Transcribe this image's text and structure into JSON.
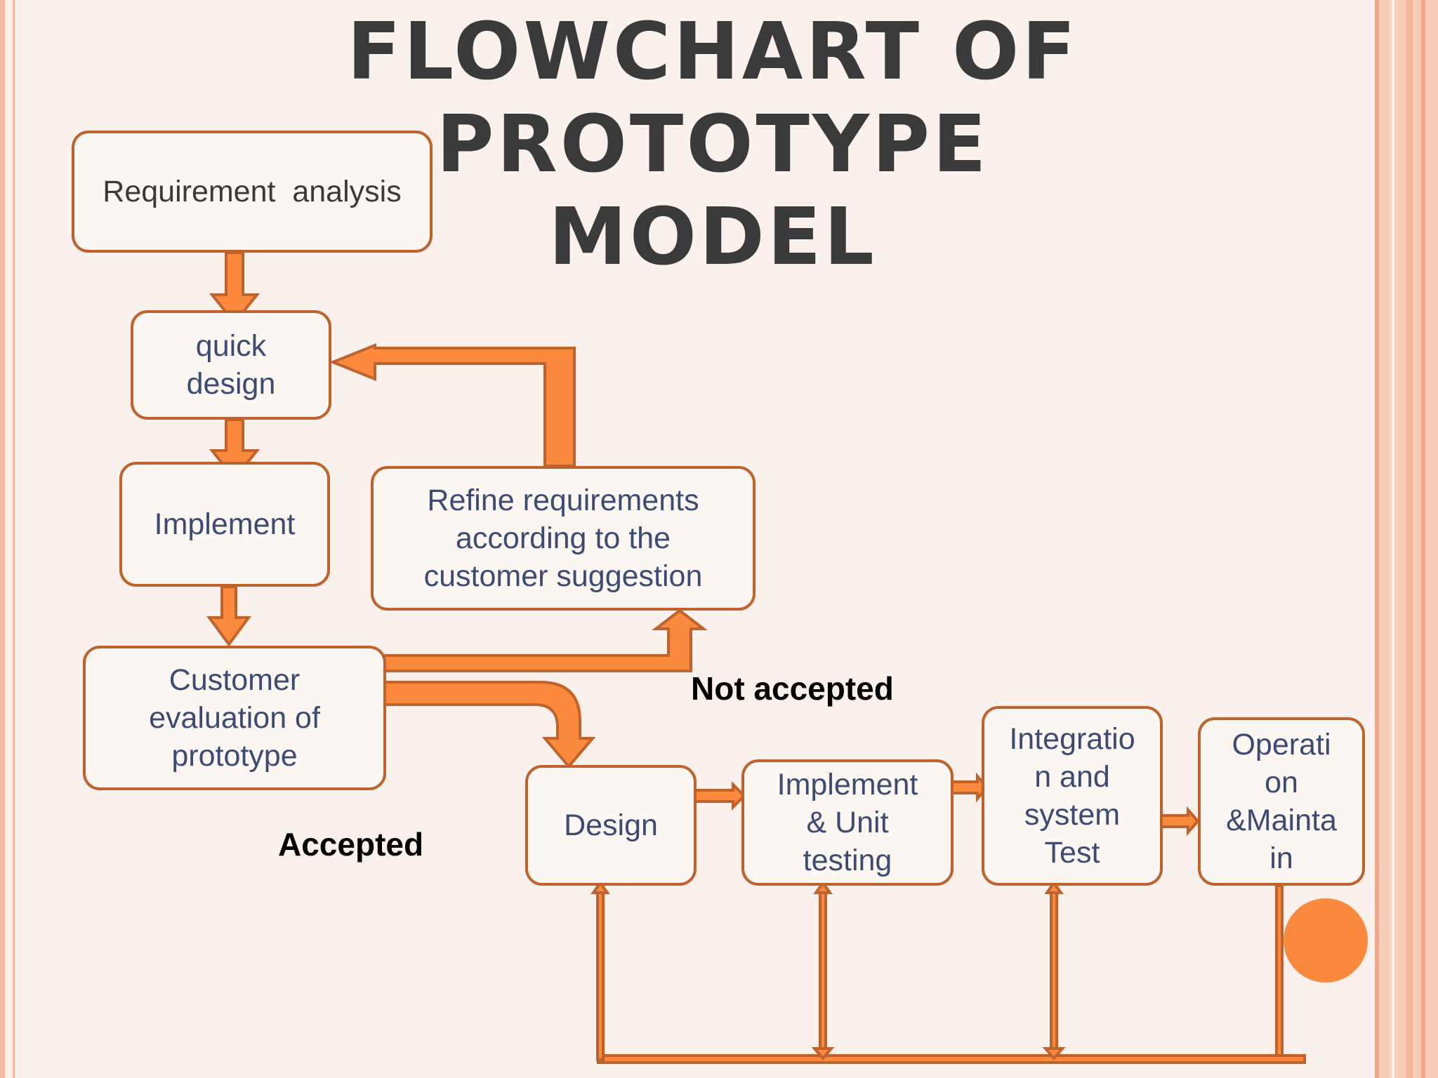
{
  "title": {
    "line1": "FLOWCHART OF PROTOTYPE",
    "line2": "MODEL"
  },
  "boxes": {
    "requirement_analysis": "Requirement  analysis",
    "quick_design": [
      "quick",
      "design"
    ],
    "implement": "Implement",
    "refine": [
      "Refine requirements",
      "according to the",
      "customer suggestion"
    ],
    "customer_evaluation": [
      "Customer",
      "evaluation of",
      "prototype"
    ],
    "design": "Design",
    "implement_unit": [
      "Implement",
      "& Unit",
      "testing"
    ],
    "integration": [
      "Integratio",
      "n and",
      "system",
      "Test"
    ],
    "operation": [
      "Operati",
      "on",
      "&Mainta",
      "in"
    ]
  },
  "labels": {
    "not_accepted": "Not accepted",
    "accepted": "Accepted"
  },
  "colors": {
    "arrow_fill": "#fb8a3e",
    "arrow_stroke": "#c0622b",
    "box_border": "#c0622b",
    "box_text": "#3d4a72",
    "title_text": "#3a3a3a",
    "accent_dot": "#fb8a3e"
  }
}
